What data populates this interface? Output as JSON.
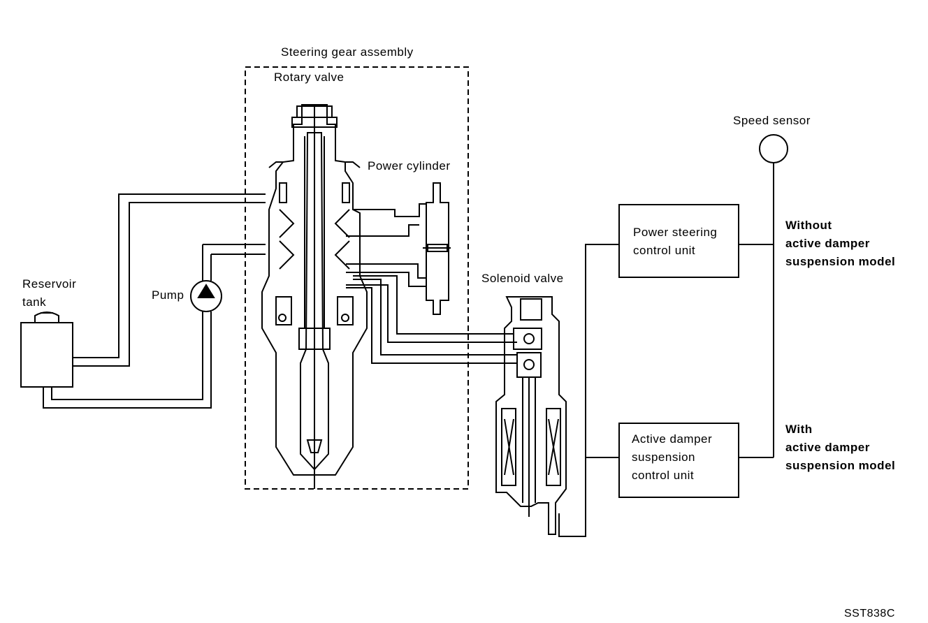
{
  "labels": {
    "steering_gear_assembly": "Steering gear assembly",
    "rotary_valve": "Rotary valve",
    "power_cylinder": "Power cylinder",
    "speed_sensor": "Speed sensor",
    "reservoir_tank": "Reservoir\ntank",
    "pump": "Pump",
    "solenoid_valve": "Solenoid valve",
    "without_model": "Without\nactive damper\nsuspension model",
    "with_model": "With\nactive damper\nsuspension model",
    "figure_code": "SST838C"
  },
  "boxes": {
    "power_steering_control_unit": "Power steering\ncontrol unit",
    "active_damper_control_unit": "Active damper\nsuspension\ncontrol unit"
  }
}
